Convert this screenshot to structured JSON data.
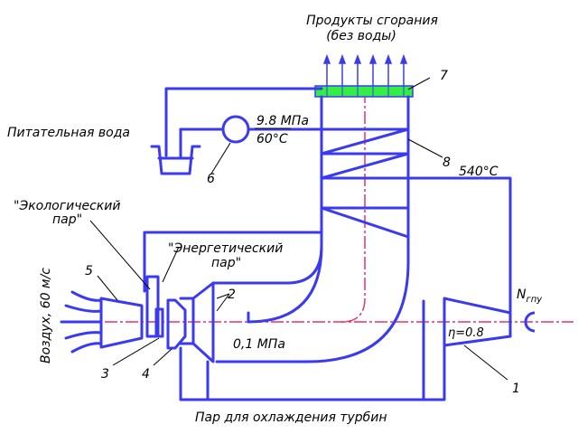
{
  "title": "Продукты сгорания",
  "subtitle": "(без воды)",
  "labels": {
    "feed_water": "Питательная вода",
    "eco_steam_1": "\"Экологический",
    "eco_steam_2": "пар\"",
    "energy_steam_1": "\"Энергетический",
    "energy_steam_2": "пар\"",
    "air": "Воздух, 60 м/с",
    "pressure_high": "9.8 МПа",
    "temp_feed": "60°C",
    "temp_steam": "540°C",
    "pressure_low": "0,1 МПа",
    "efficiency": "η=0.8",
    "power": "N",
    "power_sub": "гпу",
    "cooling": "Пар для охлаждения турбин"
  },
  "callouts": [
    "1",
    "2",
    "3",
    "4",
    "5",
    "6",
    "7",
    "8"
  ],
  "colors": {
    "line": "#3a3af0",
    "axis": "#e8306a",
    "catalyst": "#33ee44"
  }
}
